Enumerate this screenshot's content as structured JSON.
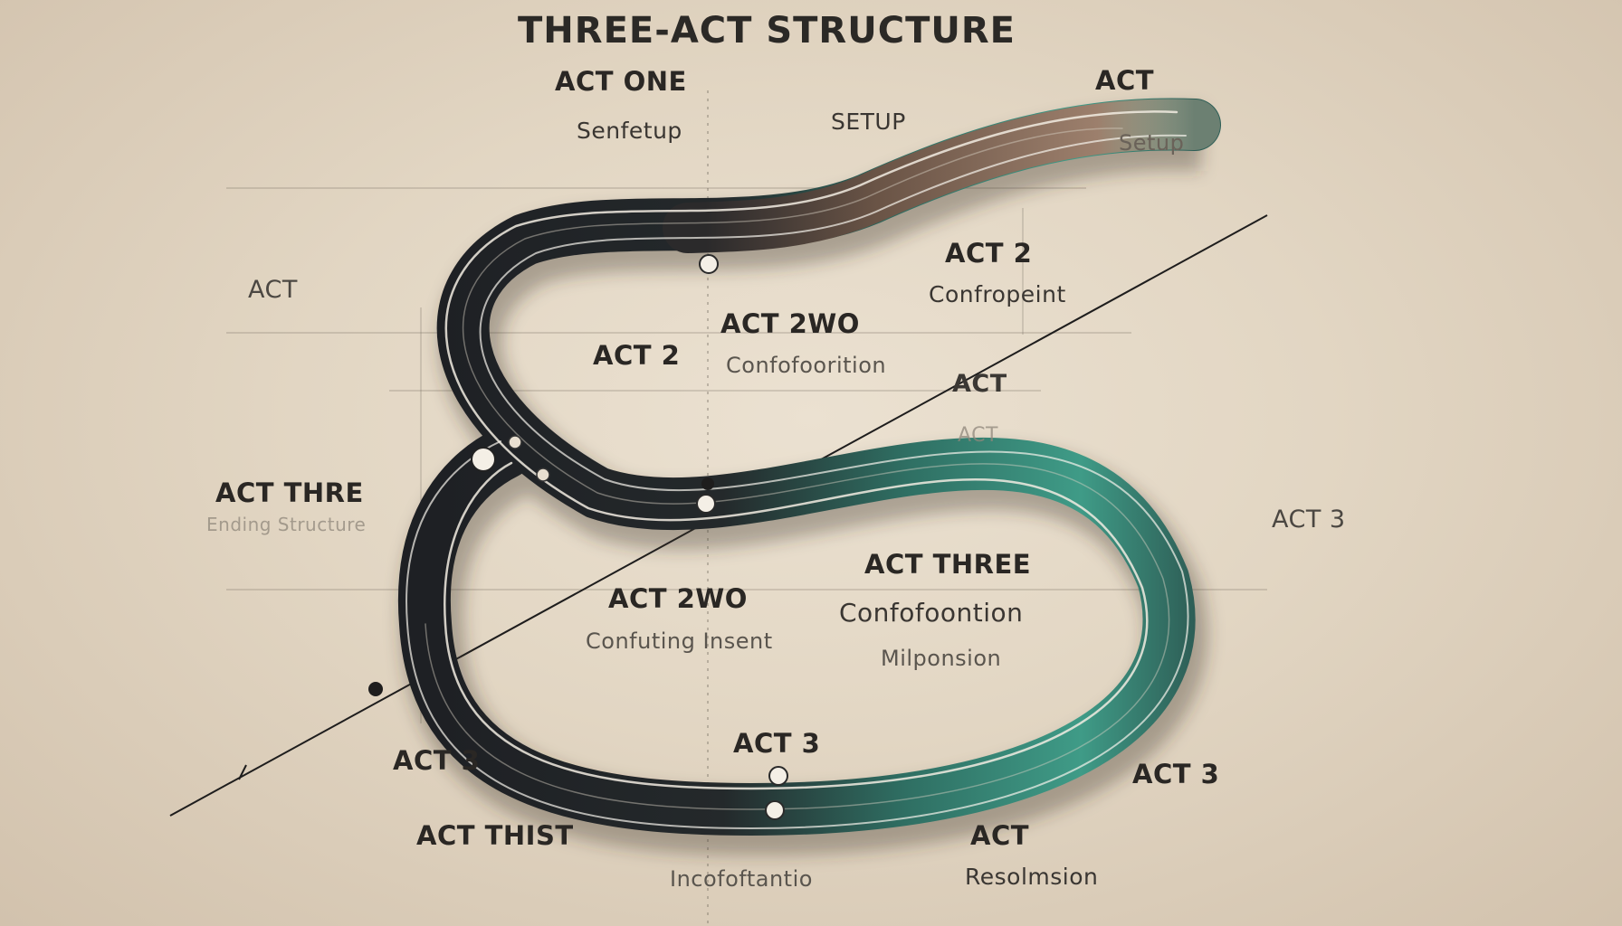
{
  "title": "THREE-ACT STRUCTURE",
  "labels": {
    "act_one": "ACT ONE",
    "senfetup": "Senfetup",
    "setup_mid": "SETUP",
    "act_top_right": "ACT",
    "setup_right": "Setup",
    "act_left": "ACT",
    "act2_right": "ACT 2",
    "confropeint": "Confropeint",
    "act_2wo_upper": "ACT 2WO",
    "confoeoriton": "Confofoorition",
    "act2_inner": "ACT 2",
    "act_mid_right": "ACT",
    "act_faint": "ACT",
    "act_three_left": "ACT THRE",
    "ending_structure": "Ending Structure",
    "act3_far_right": "ACT 3",
    "act_three_center": "ACT THREE",
    "confofoontion": "Confofoontion",
    "act_2wo_lower": "ACT 2WO",
    "confuting_insent": "Confuting Insent",
    "milponsion": "Milponsion",
    "act3_bottom_center": "ACT 3",
    "act3_bottom_left": "ACT 3",
    "act3_bottom_right": "ACT 3",
    "act_thist": "ACT THIST",
    "act_bottom_right": "ACT",
    "incofoftantio": "Incofoftantio",
    "resolmsion": "Resolmsion"
  },
  "colors": {
    "background": "#e3d7c4",
    "band_dark": "#1e2024",
    "band_teal": "#3f9b87",
    "band_brown": "#8a6d5c",
    "text": "#2a2724"
  }
}
